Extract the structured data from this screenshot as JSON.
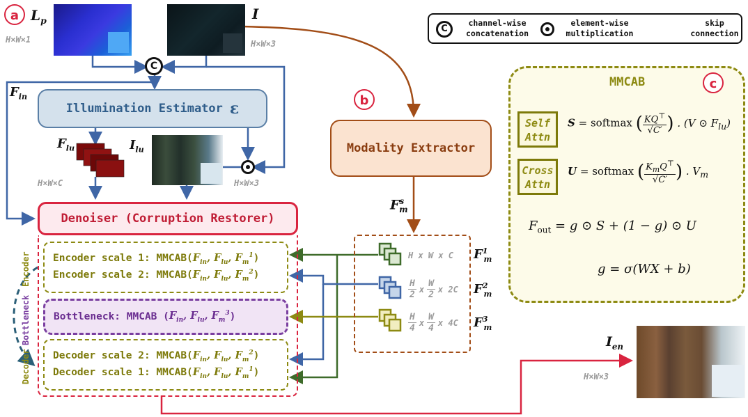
{
  "badges": {
    "a": "a",
    "b": "b",
    "c": "c"
  },
  "inputs": {
    "lp_label": "L",
    "lp_sub": "p",
    "lp_dim": "H×W×1",
    "i_label": "I",
    "i_dim": "H×W×3"
  },
  "legend": {
    "concat_symbol": "C",
    "concat_line1": "channel-wise",
    "concat_line2": "concatenation",
    "mult_line1": "element-wise",
    "mult_line2": "multiplication",
    "skip_line1": "skip",
    "skip_line2": "connection"
  },
  "fin": {
    "label": "F",
    "sub": "in"
  },
  "illumination_estimator": {
    "title": "Illumination Estimator",
    "symbol": "ε"
  },
  "flu": {
    "label": "F",
    "sub": "lu",
    "dim": "H×W×C"
  },
  "ilu": {
    "label": "I",
    "sub": "lu",
    "dim": "H×W×3"
  },
  "modality_extractor": {
    "title": "Modality Extractor"
  },
  "fms": {
    "label": "F",
    "sub": "m",
    "sup": "s"
  },
  "denoiser": {
    "title": "Denoiser (Corruption Restorer)"
  },
  "encoder": {
    "side_label": "Encoder",
    "lines": [
      {
        "prefix": "Encoder scale 1: MMCAB(",
        "sup": "1"
      },
      {
        "prefix": "Encoder scale 2: MMCAB(",
        "sup": "2"
      }
    ]
  },
  "bottleneck": {
    "side_label": "Bottleneck",
    "prefix": "Bottleneck: MMCAB (",
    "sup": "3"
  },
  "decoder": {
    "side_label": "Decoder",
    "lines": [
      {
        "prefix": "Decoder scale 2: MMCAB(",
        "sup": "2"
      },
      {
        "prefix": "Decoder scale 1: MMCAB(",
        "sup": "1"
      }
    ]
  },
  "mmcab_args": {
    "fin": "F",
    "fin_sub": "in",
    "flu": "F",
    "flu_sub": "lu",
    "fm": "F",
    "fm_sub": "m",
    "close": ")"
  },
  "features": [
    {
      "dim": "H x W x C",
      "label": "F",
      "sub": "m",
      "sup": "1",
      "color": "#3e6b2a"
    },
    {
      "dim_h": "H",
      "dim_hd": "2",
      "dim_w": "W",
      "dim_wd": "2",
      "dim_c": "x 2C",
      "label": "F",
      "sub": "m",
      "sup": "2",
      "color": "#3f66a6"
    },
    {
      "dim_h": "H",
      "dim_hd": "4",
      "dim_w": "W",
      "dim_wd": "4",
      "dim_c": "x 4C",
      "label": "F",
      "sub": "m",
      "sup": "3",
      "color": "#8d8a12"
    }
  ],
  "mmcab_panel": {
    "title": "MMCAB",
    "self_attn_l1": "Self",
    "self_attn_l2": "Attn",
    "cross_attn_l1": "Cross",
    "cross_attn_l2": "Attn",
    "eq_s_lhs": "S",
    "eq_s_fn": "= softmax",
    "eq_s_num": "KQ",
    "eq_s_den": "√C′",
    "eq_s_tail": ". (V ⊙ F",
    "eq_s_tail_sub": "lu",
    "eq_u_lhs": "U",
    "eq_u_fn": "= softmax",
    "eq_u_num": "K",
    "eq_u_num_sub": "m",
    "eq_u_num_tail": "Q",
    "eq_u_den": "√C′",
    "eq_u_tail": ". V",
    "eq_u_tail_sub": "m",
    "eq_out": "= g ⊙ S + (1 − g) ⊙ U",
    "eq_out_lhs": "F",
    "eq_out_sub": "out",
    "eq_g": "g = σ(WX + b)",
    "transpose": "⊤"
  },
  "output": {
    "label": "I",
    "sub": "en",
    "dim": "H×W×3"
  },
  "colors": {
    "blue": "#3f66a6",
    "brown": "#a24d17",
    "red": "#d9243f",
    "olive": "#8d8a12",
    "green": "#3e6b2a",
    "purple": "#7a3fa0",
    "teal": "#2b5f78"
  }
}
